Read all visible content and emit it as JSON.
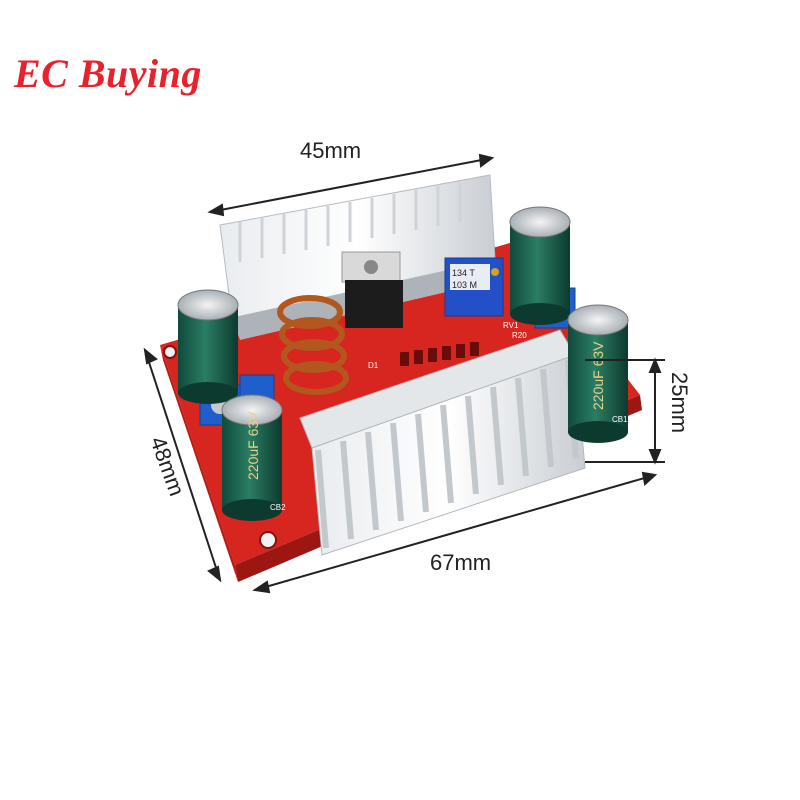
{
  "brand": {
    "name": "EC Buying",
    "color": "#e8212b"
  },
  "dimensions": {
    "heatsink_width": "45mm",
    "height": "25mm",
    "board_depth": "48mm",
    "board_length": "67mm"
  },
  "markings": {
    "capacitor_left": "220uF 63V",
    "capacitor_right": "220uF 63V",
    "potentiometer": "134 T",
    "potentiometer_code": "103 M",
    "label_rv": "RV1",
    "label_r20": "R20",
    "label_d1": "D1",
    "label_cb2": "CB2",
    "label_cb1": "CB1"
  }
}
